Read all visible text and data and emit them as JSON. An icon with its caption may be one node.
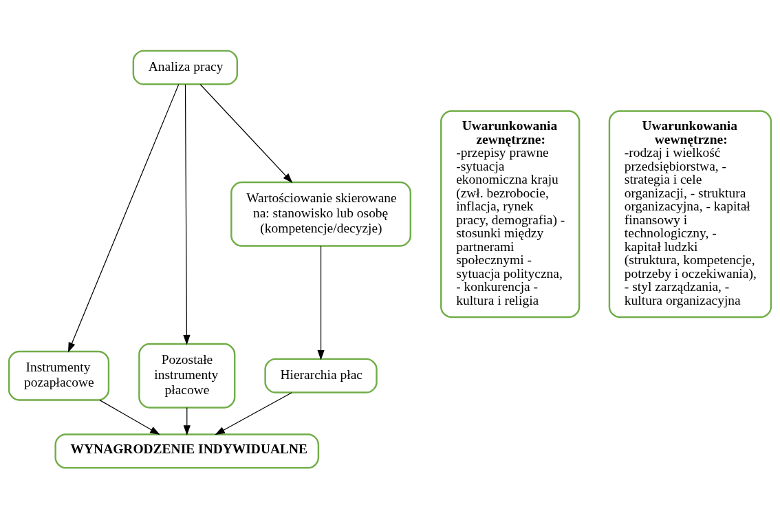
{
  "diagram": {
    "nodes": [
      {
        "text": [
          "Uwarunkowania zewnętrzne:",
          "-przepisy prawne -sytuacja ekonomiczna kraju (zwł. bezrobocie, inflacja, rynek pracy, demografia) - stosunki między partnerami społecznymi - sytuacja polityczna, - konkurencja - kultura i religia"
        ]
      },
      {
        "text": [
          "Analiza pracy"
        ]
      },
      {
        "text": [
          "Wartościowanie skierowane na: stanowisko lub osobę (kompetencje/decyzje)"
        ]
      },
      {
        "text": [
          "Hierarchia płac"
        ]
      },
      {
        "text": [
          "Instrumenty pozapłacowe"
        ]
      },
      {
        "text": [
          "Pozostałe instrumenty płacowe"
        ]
      },
      {
        "text": [
          "Uwarunkowania wewnętrzne:",
          "-rodzaj i wielkość przedsiębiorstwa, - strategia i cele organizacji, - struktura organizacyjna, - kapitał finansowy i technologiczny, - kapitał ludzki (struktura, kompetencje, potrzeby i oczekiwania), - styl zarządzania, - kultura organizacyjna"
        ]
      },
      {
        "text": [
          "WYNAGRODZENIE INDYWIDUALNE"
        ]
      }
    ],
    "edges": [
      {
        "from": 1,
        "to": 2,
        "arrow": "to"
      },
      {
        "from": 2,
        "to": 3,
        "arrow": "to"
      },
      {
        "from": 1,
        "to": 4,
        "arrow": "to"
      },
      {
        "from": 1,
        "to": 5,
        "arrow": "to"
      },
      {
        "from": 4,
        "to": 7,
        "arrow": "to"
      },
      {
        "from": 3,
        "to": 7,
        "arrow": "to"
      },
      {
        "from": 5,
        "to": 7,
        "arrow": "to"
      }
    ]
  }
}
